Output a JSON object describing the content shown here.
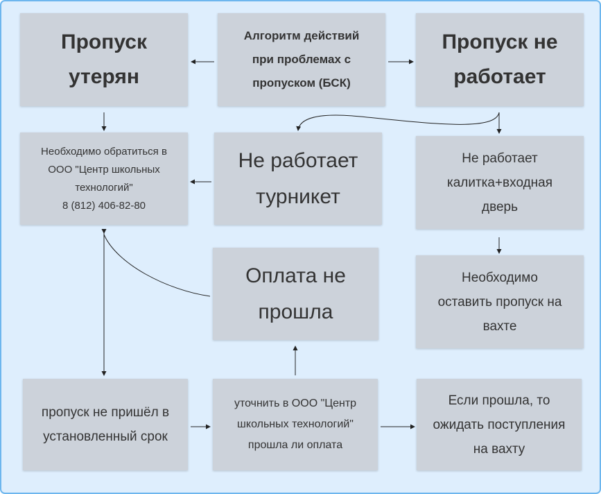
{
  "diagram": {
    "title_box": "Алгоритм действий\nпри проблемах с\nпропуском (БСК)",
    "lost": "Пропуск\nутерян",
    "not_working": "Пропуск не\nработает",
    "contact": "Необходимо обратиться в\nООО \"Центр школьных\nтехнологий\"\n8 (812) 406-82-80",
    "turnstile": "Не работает\nтурникет",
    "gate_door": "Не работает\nкалитка+входная\nдверь",
    "payment_failed": "Оплата не\nпрошла",
    "leave_pass": "Необходимо\nоставить пропуск на\nвахте",
    "not_arrived": "пропуск не пришёл в\nустановленный срок",
    "check_payment": "уточнить в ООО \"Центр\nшкольных технологий\"\nпрошла ли оплата",
    "if_paid": "Если прошла, то\nожидать поступления\nна вахту"
  },
  "colors": {
    "background": "#deeefd",
    "border": "#6db6ee",
    "box": "#ccd2da",
    "text": "#333333",
    "arrow": "#222222"
  }
}
